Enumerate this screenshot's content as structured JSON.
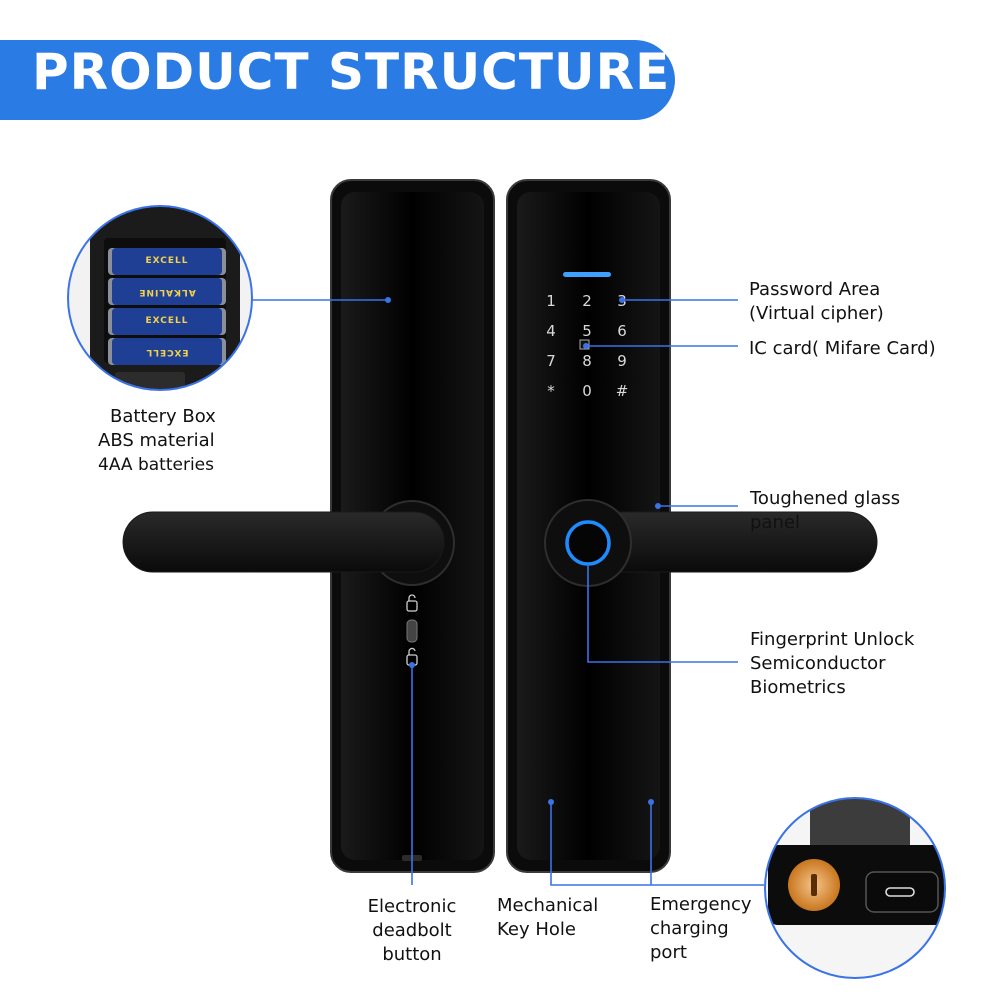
{
  "header": {
    "title": "PRODUCT STRUCTURE"
  },
  "colors": {
    "banner": "#2a7be4",
    "callout_line": "#3a73e8",
    "lock_body": "#050505",
    "fingerprint_ring": "#1e8bff"
  },
  "keypad": {
    "keys": [
      "1",
      "2",
      "3",
      "4",
      "5",
      "6",
      "7",
      "8",
      "9",
      "*",
      "0",
      "#"
    ]
  },
  "callouts": {
    "battery": {
      "line1": "Battery Box",
      "line2": "ABS material",
      "line3": "4AA batteries"
    },
    "battery_brand": {
      "brand": "EXCELL",
      "type": "ALKALINE"
    },
    "password": {
      "line1": "Password Area",
      "line2": "(Virtual cipher)"
    },
    "ic_card": {
      "line1": "IC card( Mifare Card)"
    },
    "glass": {
      "line1": "Toughened glass",
      "line2": "panel"
    },
    "fingerprint": {
      "line1": "Fingerprint Unlock",
      "line2": "Semiconductor",
      "line3": "Biometrics"
    },
    "deadbolt": {
      "line1": "Electronic",
      "line2": "deadbolt",
      "line3": "button"
    },
    "keyhole": {
      "line1": "Mechanical",
      "line2": "Key Hole"
    },
    "charging": {
      "line1": "Emergency",
      "line2": "charging",
      "line3": "port"
    }
  }
}
